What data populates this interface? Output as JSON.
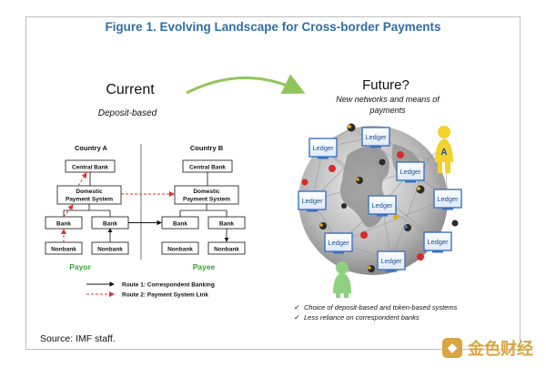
{
  "figure": {
    "title": "Figure 1. Evolving Landscape for Cross-border Payments",
    "source": "Source: IMF staff."
  },
  "current": {
    "heading": "Current",
    "subheading": "Deposit-based",
    "country_a": "Country A",
    "country_b": "Country B",
    "central_bank": "Central Bank",
    "domestic_line1": "Domestic",
    "domestic_line2": "Payment System",
    "bank": "Bank",
    "nonbank": "Nonbank",
    "payor": "Payor",
    "payee": "Payee",
    "legend_route1": "Route 1: Correspondent Banking",
    "legend_route2": "Route 2: Payment System Link"
  },
  "future": {
    "heading": "Future?",
    "sub_line1": "New networks and means of",
    "sub_line2": "payments",
    "ledger": "Ledger",
    "user_a_label": "A",
    "bullets": [
      "Choice of deposit-based and token-based systems",
      "Less reliance on correspondent banks"
    ]
  },
  "watermark": {
    "text": "金色财经"
  },
  "colors": {
    "title_blue": "#2e6fa6",
    "payor_green": "#3aa335",
    "route2_red": "#e0342b",
    "arrow_green": "#8fc65a",
    "ledger_blue": "#3b73c4",
    "user_yellow": "#f2d22e",
    "user_green": "#8fd081"
  }
}
